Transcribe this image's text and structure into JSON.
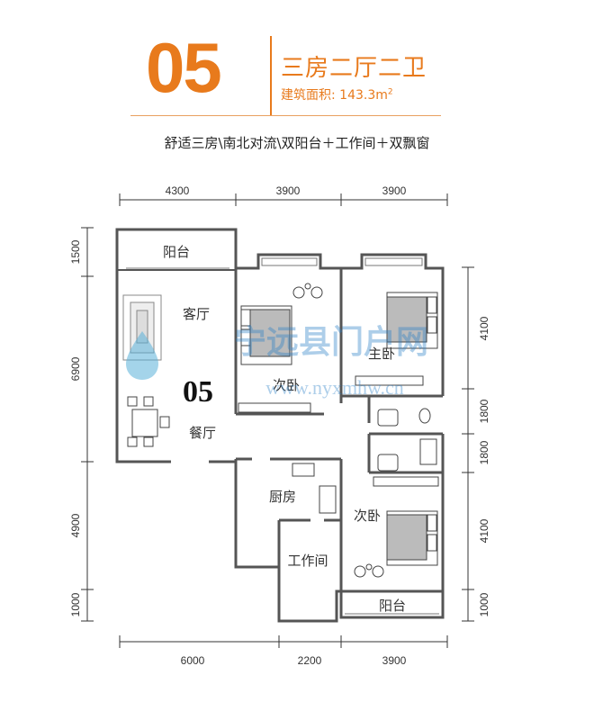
{
  "header": {
    "unit_number": "05",
    "unit_type": "三房二厅二卫",
    "area_label": "建筑面积:",
    "area_value": "143.3m",
    "area_sup": "2",
    "features": "舒适三房\\南北对流\\双阳台＋工作间＋双飘窗"
  },
  "dimensions": {
    "top": [
      "4300",
      "3900",
      "3900"
    ],
    "bottom": [
      "6000",
      "2200",
      "3900"
    ],
    "left": [
      "1500",
      "6900",
      "4900",
      "1000"
    ],
    "right": [
      "4100",
      "1800",
      "1800",
      "4100",
      "1000"
    ]
  },
  "rooms": {
    "balcony_top": "阳台",
    "living_room": "客厅",
    "bedroom_2_top": "次卧",
    "master_bedroom": "主卧",
    "dining_room": "餐厅",
    "kitchen": "厨房",
    "workroom": "工作间",
    "bedroom_2_bottom": "次卧",
    "balcony_bottom": "阳台"
  },
  "plan_label": "05",
  "watermark": {
    "title": "宁远县门户网",
    "url": "www.nyxmhw.cn"
  },
  "colors": {
    "accent": "#e87a1c",
    "walls": "#555555"
  }
}
